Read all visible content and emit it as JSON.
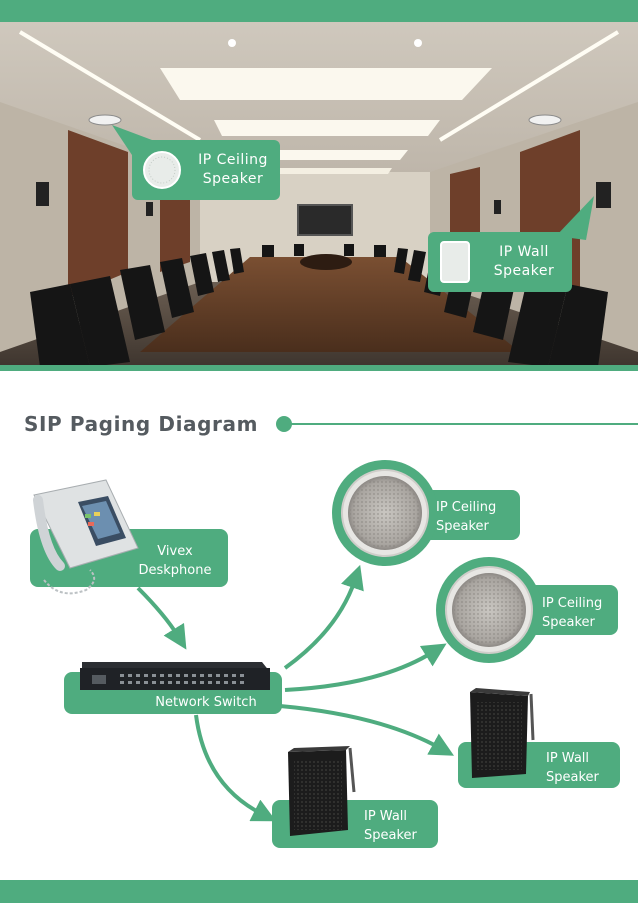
{
  "photo": {
    "ceiling_tag": {
      "line1": "IP Ceiling",
      "line2": "Speaker"
    },
    "wall_tag": {
      "line1": "IP Wall",
      "line2": "Speaker"
    }
  },
  "diagram": {
    "title": "SIP Paging Diagram",
    "deskphone": {
      "line1": "Vivex",
      "line2": "Deskphone"
    },
    "switch": {
      "label": "Network Switch"
    },
    "ceiling_1": {
      "line1": "IP Ceiling",
      "line2": "Speaker"
    },
    "ceiling_2": {
      "line1": "IP Ceiling",
      "line2": "Speaker"
    },
    "wall_1": {
      "line1": "IP Wall",
      "line2": "Speaker"
    },
    "wall_2": {
      "line1": "IP Wall",
      "line2": "Speaker"
    }
  },
  "colors": {
    "accent": "#4fac7f",
    "title_text": "#555b60"
  }
}
